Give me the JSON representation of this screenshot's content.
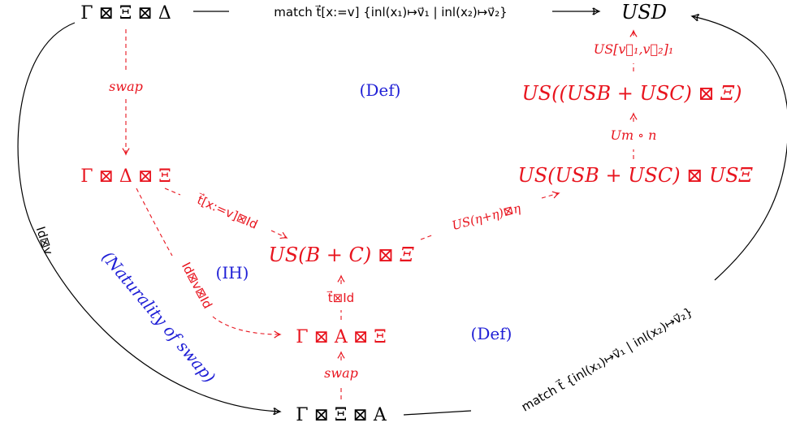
{
  "colors": {
    "black": "#000000",
    "red": "#e8141e",
    "blue": "#1f1fd6"
  },
  "nodes": {
    "top_left": "Γ ⊠ Ξ ⊠ Δ",
    "top_right": "USD",
    "us_usb_usc_xi": "US((USB + USC) ⊠ Ξ)",
    "us_usb_usc_usxi": "US(USB + USC) ⊠ USΞ",
    "gamma_delta_xi": "Γ ⊠ Δ ⊠ Ξ",
    "us_b_c_xi": "US(B + C) ⊠ Ξ",
    "gamma_a_xi": "Γ ⊠ A ⊠ Ξ",
    "gamma_xi_a": "Γ ⊠ Ξ ⊠ A"
  },
  "labels": {
    "top_match": "match t⃗[x:=v]  {inl(x₁)↦v⃗₁ | inl(x₂)↦v⃗₂}",
    "swap_left": "swap",
    "us_v1v2": "US[v⃗₁,v⃗₂]₁",
    "um_n": "Um ∘ n",
    "t_subst_id": "t⃗[x:=v]⊠Id",
    "us_eta": "US(η+η)⊠η",
    "id_v_id": "Id⊠v⊠Id",
    "t_id": "t⃗⊠Id",
    "swap_bottom": "swap",
    "id_v_outer": "Id⊠v",
    "bottom_match": "match t⃗ {inl(x₁)↦v⃗₁ | inl(x₂)↦v⃗₂}"
  },
  "annotations": {
    "def_top": "(Def)",
    "def_bottom": "(Def)",
    "ih": "(IH)",
    "naturality": "(Naturality of swap)"
  }
}
